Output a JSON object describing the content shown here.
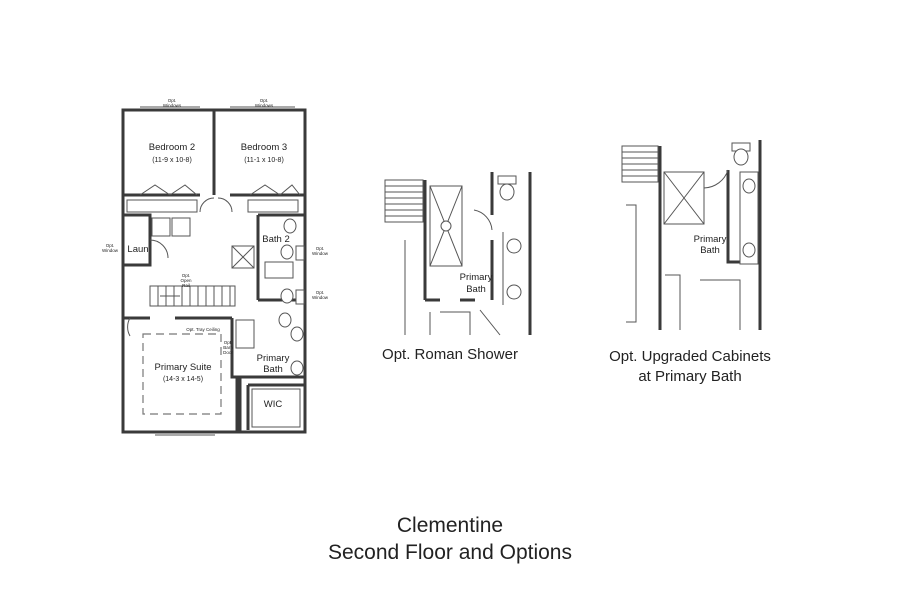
{
  "plan": {
    "rooms": {
      "bedroom2": {
        "name": "Bedroom 2",
        "dims": "(11-9 x 10-8)"
      },
      "bedroom3": {
        "name": "Bedroom 3",
        "dims": "(11-1 x 10-8)"
      },
      "laundry": {
        "name": "Laun"
      },
      "bath2": {
        "name": "Bath 2"
      },
      "primary_suite": {
        "name": "Primary Suite",
        "dims": "(14-3 x 14-5)"
      },
      "primary_bath": {
        "name": "Primary",
        "name2": "Bath"
      },
      "wic": {
        "name": "WIC"
      }
    },
    "notes": {
      "opt_windows": [
        "Opt.",
        "Windows"
      ],
      "opt_window": [
        "Opt.",
        "Window"
      ],
      "opt_open_rail": [
        "Opt.",
        "Open",
        "Rail"
      ],
      "opt_tray_ceiling": "Opt. Tray Ceiling",
      "opt_barn_door": [
        "Opt.",
        "Barn",
        "Door"
      ]
    }
  },
  "option1": {
    "caption": "Opt. Roman Shower",
    "room": [
      "Primary",
      "Bath"
    ]
  },
  "option2": {
    "caption_lines": [
      "Opt. Upgraded Cabinets",
      "at Primary Bath"
    ],
    "room": [
      "Primary",
      "Bath"
    ]
  },
  "title": {
    "line1": "Clementine",
    "line2": "Second Floor and Options"
  }
}
